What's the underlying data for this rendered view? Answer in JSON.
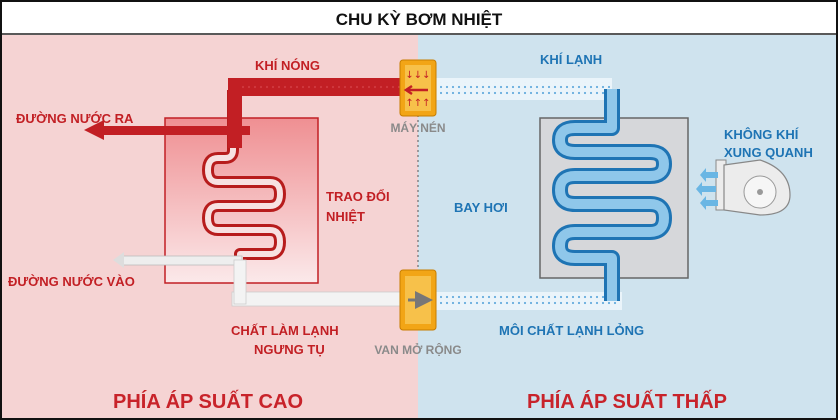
{
  "title": "CHU KỲ BƠM NHIỆT",
  "labels": {
    "khi_nong": "KHÍ NÓNG",
    "khi_lanh": "KHÍ LẠNH",
    "may_nen": "MÁY NÉN",
    "duong_nuoc_ra": "ĐƯỜNG NƯỚC RA",
    "trao_doi_1": "TRAO ĐỔI",
    "trao_doi_2": "NHIỆT",
    "bay_hoi": "BAY HƠI",
    "khong_khi_1": "KHÔNG KHÍ",
    "khong_khi_2": "XUNG QUANH",
    "duong_nuoc_vao": "ĐƯỜNG NƯỚC VÀO",
    "chat_lam_lanh_1": "CHẤT LÀM LẠNH",
    "chat_lam_lanh_2": "NGƯNG TỤ",
    "van_mo_rong": "VAN MỞ RỘNG",
    "moi_chat": "MÔI CHẤT LẠNH LỎNG",
    "high_side": "PHÍA ÁP SUẤT CAO",
    "low_side": "PHÍA ÁP SUẤT THẤP"
  },
  "colors": {
    "hot_bg": "#f5d3d3",
    "cold_bg": "#cfe3ee",
    "hot_red": "#c21f24",
    "cold_blue": "#1e74b4",
    "side_title_red": "#c8232a",
    "compressor": "#f2a516",
    "gray_label": "#8a8a8a"
  }
}
